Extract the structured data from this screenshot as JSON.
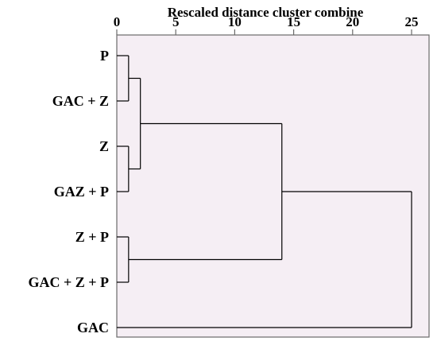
{
  "chart_data": {
    "type": "dendrogram",
    "title": "",
    "xlabel": "Rescaled distance cluster combine",
    "xlim": [
      0,
      25
    ],
    "x_ticks": [
      0,
      5,
      10,
      15,
      20,
      25
    ],
    "x_tick_labels": [
      "0",
      "5",
      "10",
      "15",
      "20",
      "25"
    ],
    "leaves": [
      "P",
      "GAC + Z",
      "Z",
      "GAZ + P",
      "Z + P",
      "GAC + Z + P",
      "GAC"
    ],
    "merges": [
      {
        "members": [
          "P",
          "GAC + Z"
        ],
        "distance": 1
      },
      {
        "members": [
          "Z",
          "GAZ + P"
        ],
        "distance": 1
      },
      {
        "members": [
          "Z + P",
          "GAC + Z + P"
        ],
        "distance": 1
      },
      {
        "members": [
          "P, GAC + Z",
          "Z, GAZ + P"
        ],
        "distance": 2
      },
      {
        "members": [
          "P, GAC + Z, Z, GAZ + P",
          "Z + P, GAC + Z + P"
        ],
        "distance": 14
      },
      {
        "members": [
          "all others",
          "GAC"
        ],
        "distance": 25
      }
    ],
    "colors": {
      "plot_background": "#f5eef4",
      "line": "#000000"
    }
  }
}
